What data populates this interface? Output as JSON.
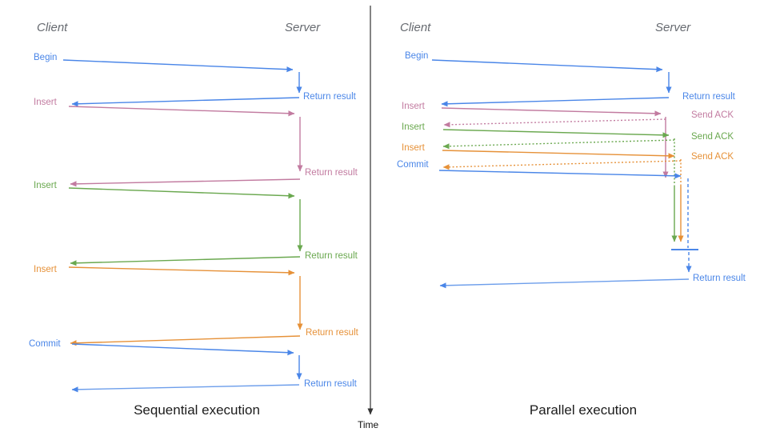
{
  "colors": {
    "blue": "#4a86e8",
    "pink": "#c27ba0",
    "green": "#6aa84f",
    "orange": "#e69138",
    "axis": "#333333",
    "header_gray": "#666a70"
  },
  "time_axis": {
    "label": "Time"
  },
  "left": {
    "title": "Sequential execution",
    "headers": {
      "client": "Client",
      "server": "Server"
    },
    "messages": [
      {
        "label": "Begin",
        "response": "Return result"
      },
      {
        "label": "Insert",
        "response": "Return result"
      },
      {
        "label": "Insert",
        "response": "Return result"
      },
      {
        "label": "Insert",
        "response": "Return result"
      },
      {
        "label": "Commit",
        "response": "Return result"
      }
    ]
  },
  "right": {
    "title": "Parallel execution",
    "headers": {
      "client": "Client",
      "server": "Server"
    },
    "messages": [
      {
        "label": "Begin",
        "response": "Return result"
      },
      {
        "label": "Insert",
        "response": "Send ACK"
      },
      {
        "label": "Insert",
        "response": "Send ACK"
      },
      {
        "label": "Insert",
        "response": "Send ACK"
      },
      {
        "label": "Commit",
        "response": "Return result"
      }
    ]
  }
}
